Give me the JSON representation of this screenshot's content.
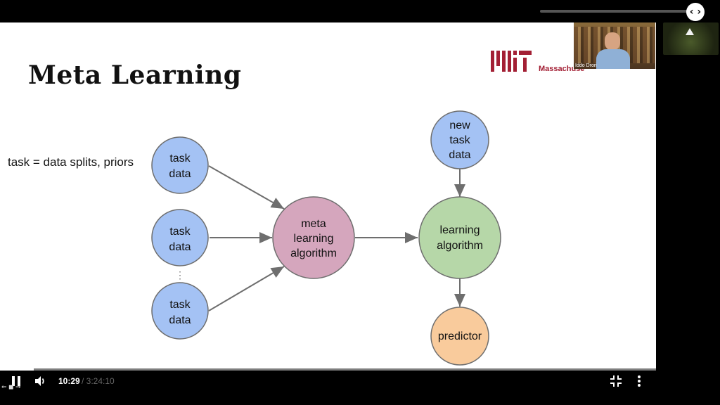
{
  "slide": {
    "title": "Meta Learning",
    "left_note": "task = data splits, priors",
    "logo_text": "Massachuse",
    "speaker_name": "Iddo Drori",
    "thumb_line1": "",
    "thumb_line2": ""
  },
  "diagram": {
    "nodes": {
      "task1": [
        "task",
        "data"
      ],
      "task2": [
        "task",
        "data"
      ],
      "task3": [
        "task",
        "data"
      ],
      "meta": [
        "meta",
        "learning",
        "algorithm"
      ],
      "new_task": [
        "new",
        "task",
        "data"
      ],
      "learning": [
        "learning",
        "algorithm"
      ],
      "predictor": [
        "predictor"
      ],
      "ellipsis": "⋮"
    },
    "colors": {
      "task": "#a4c2f4",
      "meta": "#d5a6bd",
      "learning": "#b6d7a8",
      "predictor": "#f9cb9c",
      "stroke": "#6e6e6e"
    }
  },
  "player": {
    "time_current": "10:29",
    "time_total": "/ 3:24:10",
    "progress_fraction": 0.051,
    "expand_icon": "‹ ›",
    "pause_icon": "pause-icon",
    "volume_icon": "volume-icon",
    "exit_fullscreen_icon": "exit-fullscreen-icon",
    "more_icon": "more-vertical-icon",
    "bottom_left": "⇐ ◼ ⇒"
  }
}
